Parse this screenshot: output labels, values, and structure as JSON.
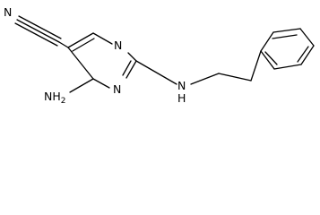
{
  "labels": {
    "n_nitrile": "N",
    "n_ring_top": "N",
    "n_ring_bottom": "N",
    "nh2_n": "NH",
    "nh2_sub": "2",
    "amine_n": "N",
    "amine_h": "H"
  },
  "colors": {
    "bond": "#000000",
    "label": "#000000",
    "background": "#ffffff"
  }
}
